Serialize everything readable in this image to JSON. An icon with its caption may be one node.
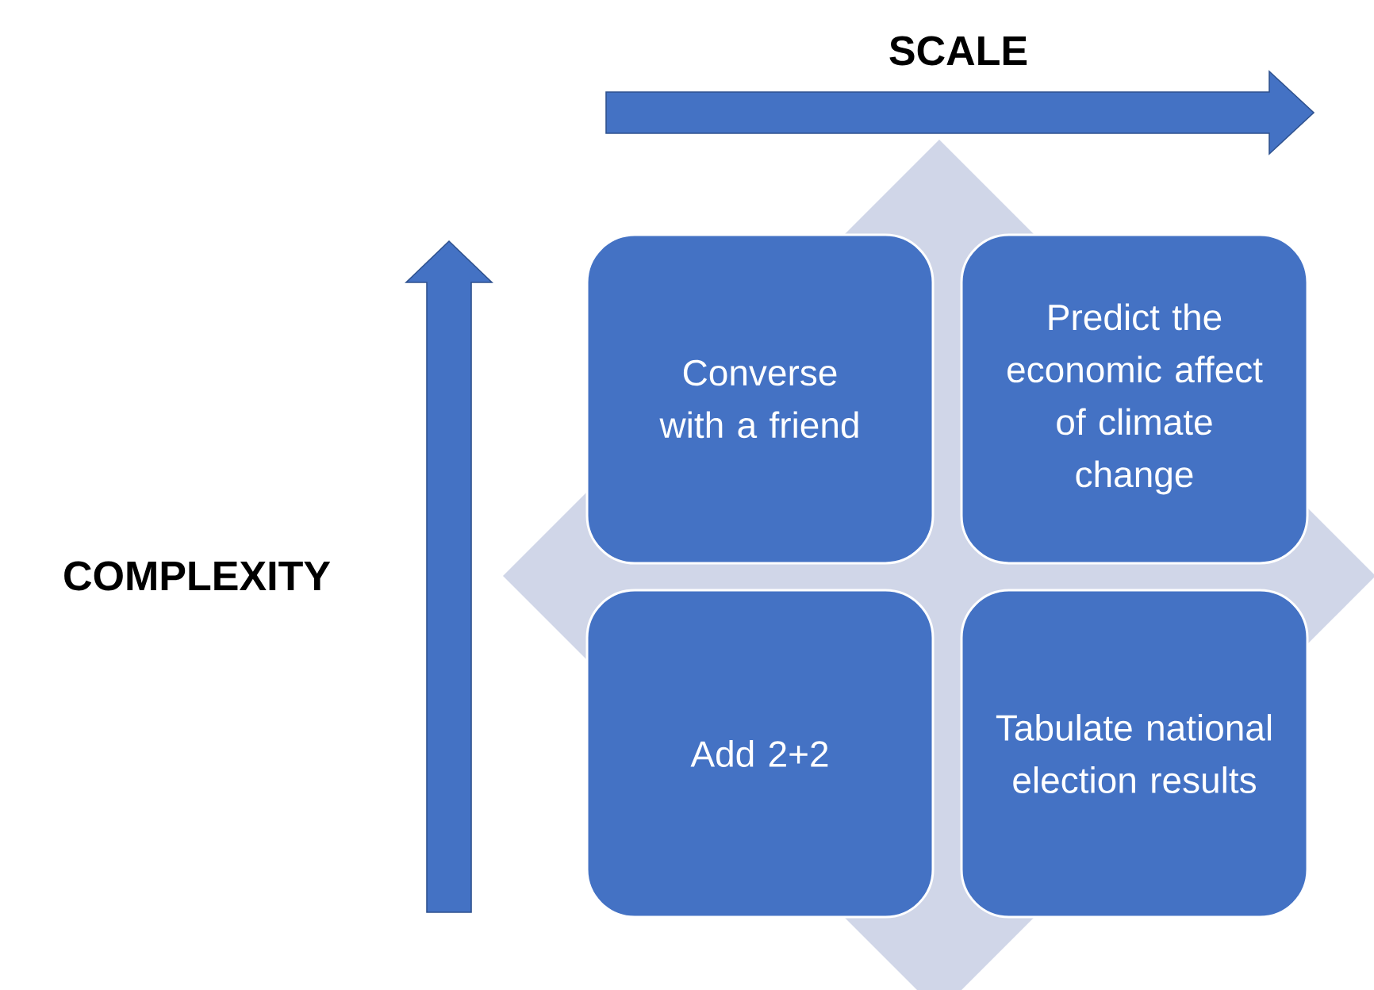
{
  "diagram": {
    "nodes": [
      {
        "text": [
          "Converse with a friend"
        ]
      },
      {
        "text": [
          "Predict the economic affect of climate change"
        ]
      },
      {
        "text": [
          "Add 2+2"
        ]
      },
      {
        "text": [
          "Tabulate national election results"
        ]
      }
    ],
    "labels": [
      "SCALE",
      "COMPLEXITY"
    ]
  }
}
